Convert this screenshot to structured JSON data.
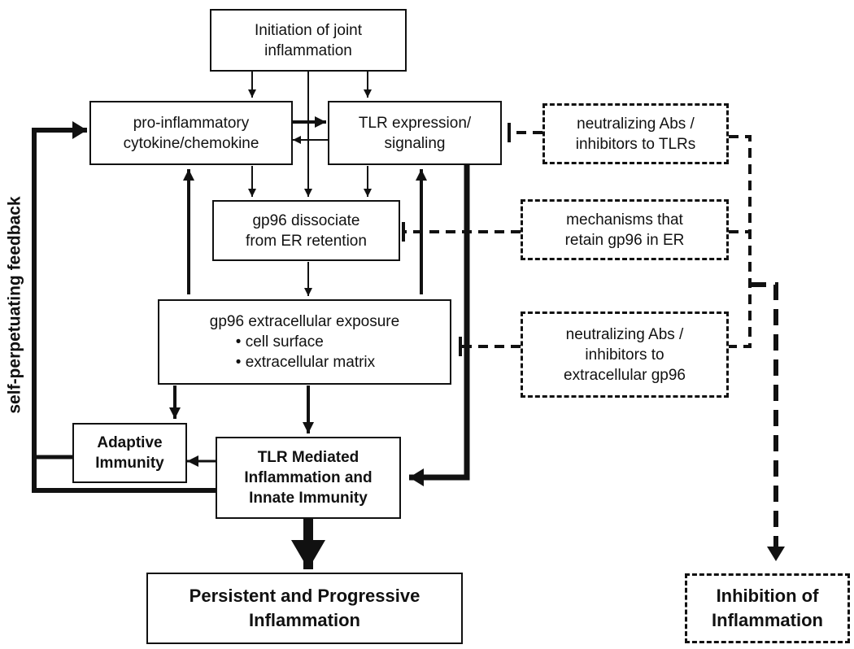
{
  "boxes": {
    "initiation": {
      "line1": "Initiation of joint",
      "line2": "inflammation"
    },
    "cytokine": {
      "line1": "pro-inflammatory",
      "line2": "cytokine/chemokine"
    },
    "tlr_expression": {
      "line1": "TLR expression/",
      "line2": "signaling"
    },
    "neutralizing_tlr": {
      "line1": "neutralizing Abs /",
      "line2": "inhibitors to TLRs"
    },
    "gp96_dissociate": {
      "line1": "gp96 dissociate",
      "line2": "from ER retention"
    },
    "retain_gp96": {
      "line1": "mechanisms that",
      "line2": "retain gp96 in ER"
    },
    "gp96_exposure": {
      "line1": "gp96 extracellular exposure",
      "item1": "• cell surface",
      "item2": "• extracellular matrix"
    },
    "neutralizing_gp96": {
      "line1": "neutralizing Abs /",
      "line2": "inhibitors to",
      "line3": "extracellular gp96"
    },
    "adaptive": {
      "line1": "Adaptive",
      "line2": "Immunity"
    },
    "tlr_mediated": {
      "line1": "TLR Mediated",
      "line2": "Inflammation and",
      "line3": "Innate Immunity"
    },
    "persistent": {
      "line1": "Persistent and Progressive",
      "line2": "Inflammation"
    },
    "inhibition": {
      "line1": "Inhibition of",
      "line2": "Inflammation"
    }
  },
  "side_label": "self-perpetuating feedback"
}
